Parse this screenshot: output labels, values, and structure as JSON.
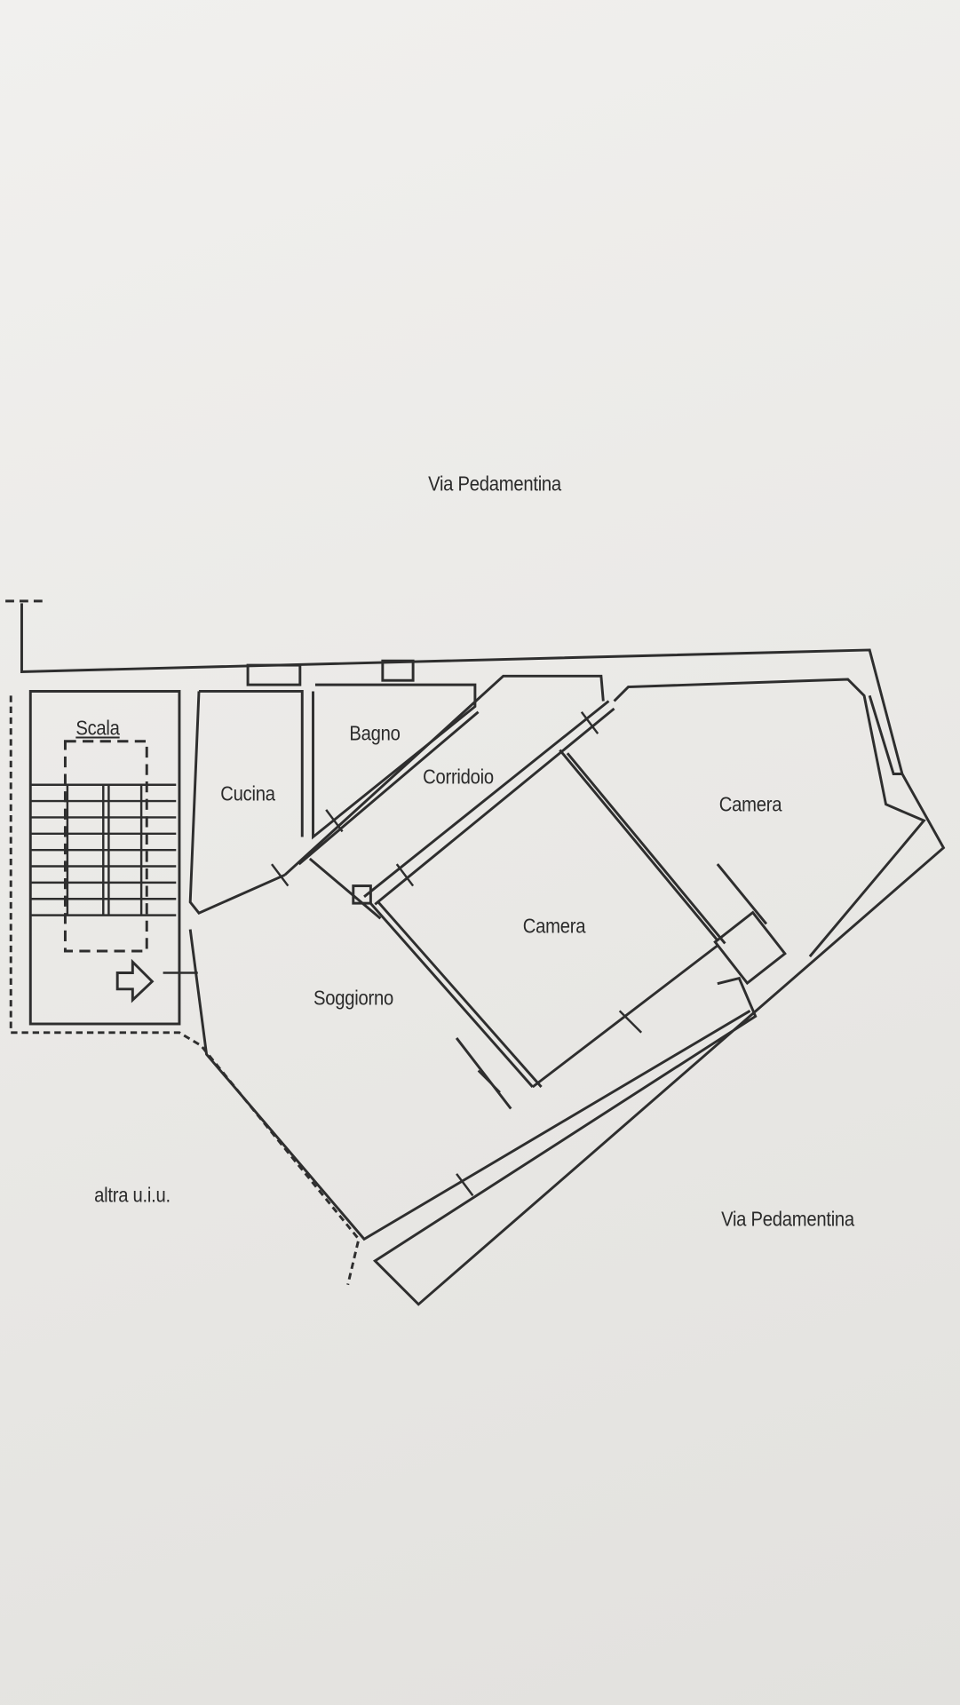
{
  "plan": {
    "street_top": "Via Pedamentina",
    "street_bottom": "Via Pedamentina",
    "other_unit": "altra u.i.u.",
    "rooms": {
      "scala": "Scala",
      "bagno": "Bagno",
      "cucina": "Cucina",
      "corridoio": "Corridoio",
      "camera_right": "Camera",
      "camera_middle": "Camera",
      "soggiorno": "Soggiorno"
    },
    "colors": {
      "paper": "#ecebe8",
      "ink": "#2a2a2a"
    }
  }
}
